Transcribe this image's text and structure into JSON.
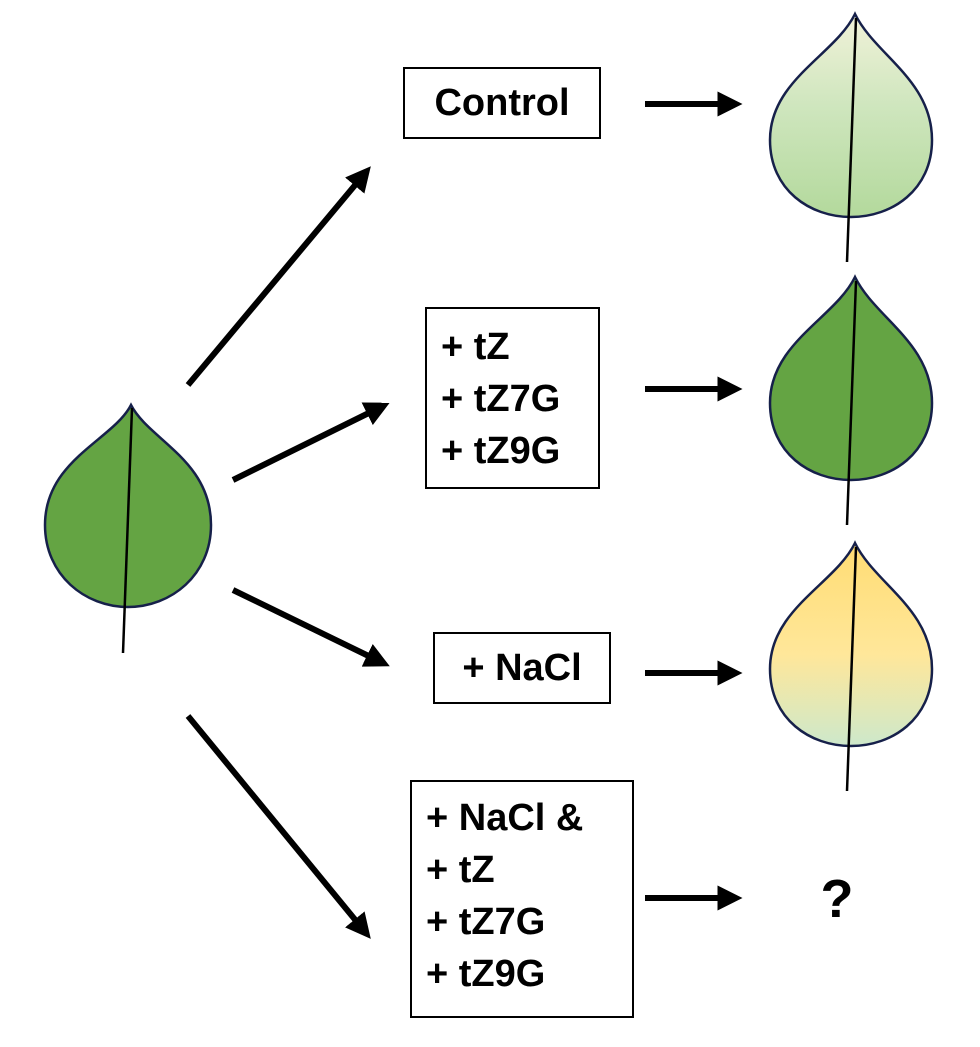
{
  "colors": {
    "leaf_green": "#64A443",
    "leaf_outline": "#16204A",
    "light_green": "#BDDDA6",
    "pale_yellow": "#EEF0CF",
    "yellow": "#FFE07A",
    "arrow": "#000000"
  },
  "source_leaf": {
    "fill": "green"
  },
  "treatments": [
    {
      "id": "control",
      "lines": [
        "Control"
      ],
      "outcome": "light green leaf"
    },
    {
      "id": "cytokinins",
      "lines": [
        "+ tZ",
        "+ tZ7G",
        "+ tZ9G"
      ],
      "outcome": "dark green leaf"
    },
    {
      "id": "salt",
      "lines": [
        "+ NaCl"
      ],
      "outcome": "yellow leaf"
    },
    {
      "id": "combined",
      "lines": [
        "+ NaCl &",
        "+ tZ",
        "+ tZ7G",
        "+ tZ9G"
      ],
      "outcome": "?"
    }
  ],
  "unknown_outcome": "?"
}
